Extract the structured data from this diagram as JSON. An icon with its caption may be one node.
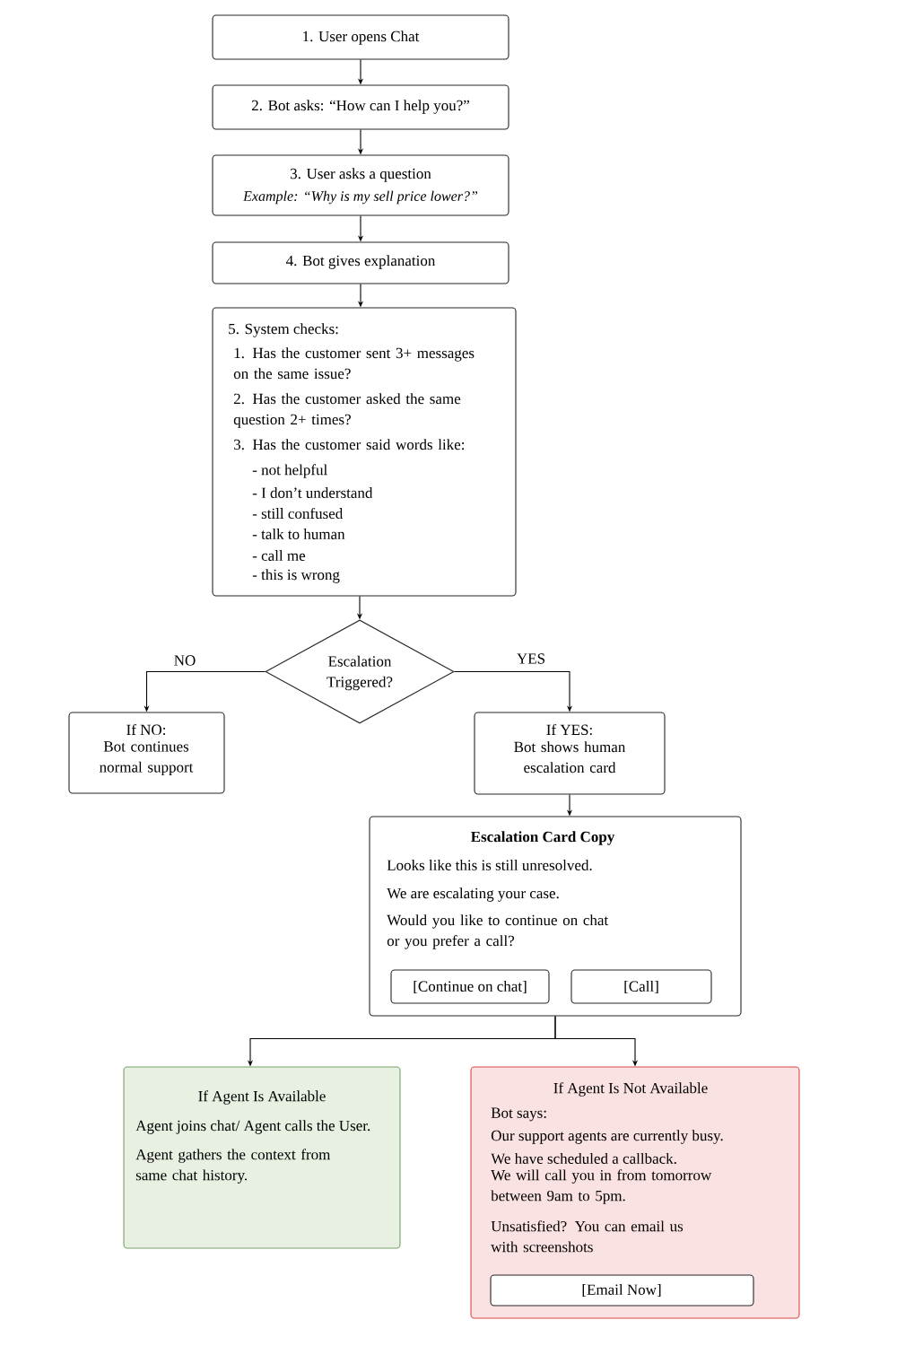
{
  "diagram": {
    "nodes": [
      {
        "text": [
          "1. User opens Chat"
        ]
      },
      {
        "text": [
          "2. Bot asks: “How can I help you?”"
        ]
      },
      {
        "text": [
          "3. User asks a question",
          "Example: “Why is my sell price lower?”"
        ]
      },
      {
        "text": [
          "4. Bot gives explanation"
        ]
      },
      {
        "text": [
          "5. System checks:",
          "1. Has the customer sent 3+ messages on the same issue?",
          "2. Has the customer asked the same question 2+ times?",
          "3. Has the customer said words like:",
          "- not helpful",
          "- I don’t understand",
          "- still confused",
          "- talk to human",
          "- call me",
          "- this is wrong"
        ]
      },
      {
        "text": [
          "Escalation Triggered?"
        ]
      },
      {
        "text": [
          "If NO:",
          "Bot continues normal support"
        ]
      },
      {
        "text": [
          "If YES:",
          "Bot shows human escalation card"
        ]
      },
      {
        "text": [
          "Escalation Card Copy",
          "Looks like this is still unresolved.",
          "We are escalating your case.",
          "Would you like to continue on chat or you prefer a call?"
        ]
      },
      {
        "text": [
          "[Continue on chat]"
        ],
        "in": 8
      },
      {
        "text": [
          "[Call]"
        ],
        "in": 8
      },
      {
        "text": [
          "If Agent Is Available",
          "Agent joins chat/ Agent calls the User.",
          "Agent gathers the context from same chat history."
        ]
      },
      {
        "text": [
          "If Agent Is Not Available",
          "Bot says:",
          "Our support agents are currently busy.",
          "We have scheduled a callback.",
          "We will call you in from tomorrow between 9am to 5pm.",
          "Unsatisfied? You can email us with screenshots"
        ]
      },
      {
        "text": [
          "[Email Now]"
        ],
        "in": 12
      }
    ],
    "edges": [
      {
        "from": 0,
        "to": 1,
        "arrow": "to"
      },
      {
        "from": 1,
        "to": 2,
        "arrow": "to"
      },
      {
        "from": 2,
        "to": 3,
        "arrow": "to"
      },
      {
        "from": 3,
        "to": 4,
        "arrow": "to"
      },
      {
        "from": 4,
        "to": 5,
        "arrow": "to"
      },
      {
        "from": 5,
        "to": 6,
        "arrow": "to",
        "label": "NO"
      },
      {
        "from": 5,
        "to": 7,
        "arrow": "to",
        "label": "YES"
      },
      {
        "from": 7,
        "to": 8,
        "arrow": "to"
      },
      {
        "from": 8,
        "to": 11,
        "arrow": "to"
      },
      {
        "from": 8,
        "to": 12,
        "arrow": "to"
      }
    ]
  }
}
